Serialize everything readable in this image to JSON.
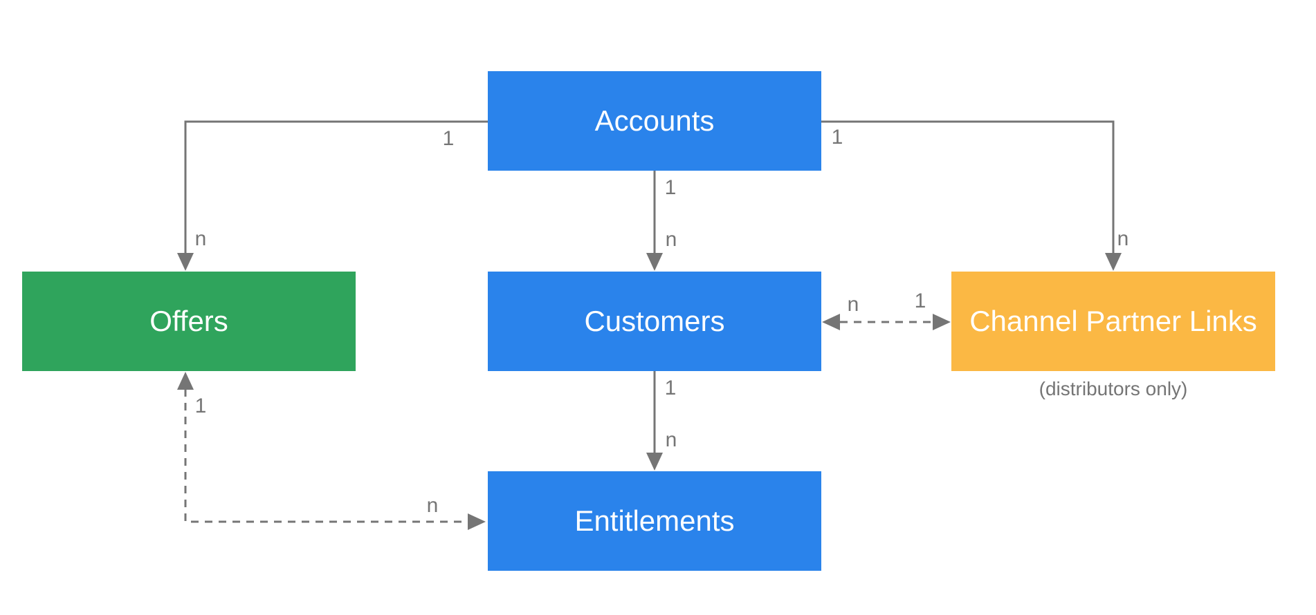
{
  "diagram": {
    "background_color": "#ffffff",
    "connector_color": "#757575",
    "edge_label_color": "#757575",
    "nodes": {
      "accounts": {
        "label": "Accounts",
        "color": "#2A83EB",
        "text_color": "#ffffff"
      },
      "offers": {
        "label": "Offers",
        "color": "#2FA45C",
        "text_color": "#ffffff"
      },
      "customers": {
        "label": "Customers",
        "color": "#2A83EB",
        "text_color": "#ffffff"
      },
      "channel_partner_links": {
        "label": "Channel Partner Links",
        "color": "#FBB844",
        "text_color": "#ffffff",
        "note": "(distributors only)"
      },
      "entitlements": {
        "label": "Entitlements",
        "color": "#2A83EB",
        "text_color": "#ffffff"
      }
    },
    "edges": {
      "accounts_offers": {
        "from": "Accounts",
        "to": "Offers",
        "style": "solid",
        "from_label": "1",
        "to_label": "n"
      },
      "accounts_customers": {
        "from": "Accounts",
        "to": "Customers",
        "style": "solid",
        "from_label": "1",
        "to_label": "n"
      },
      "accounts_channel_partner_links": {
        "from": "Accounts",
        "to": "Channel Partner Links",
        "style": "solid",
        "from_label": "1",
        "to_label": "n"
      },
      "customers_entitlements": {
        "from": "Customers",
        "to": "Entitlements",
        "style": "solid",
        "from_label": "1",
        "to_label": "n"
      },
      "customers_channel_partner_links": {
        "from": "Customers",
        "to": "Channel Partner Links",
        "style": "dashed",
        "from_label": "n",
        "to_label": "1"
      },
      "offers_entitlements": {
        "from": "Offers",
        "to": "Entitlements",
        "style": "dashed",
        "from_label": "1",
        "to_label": "n"
      }
    }
  }
}
